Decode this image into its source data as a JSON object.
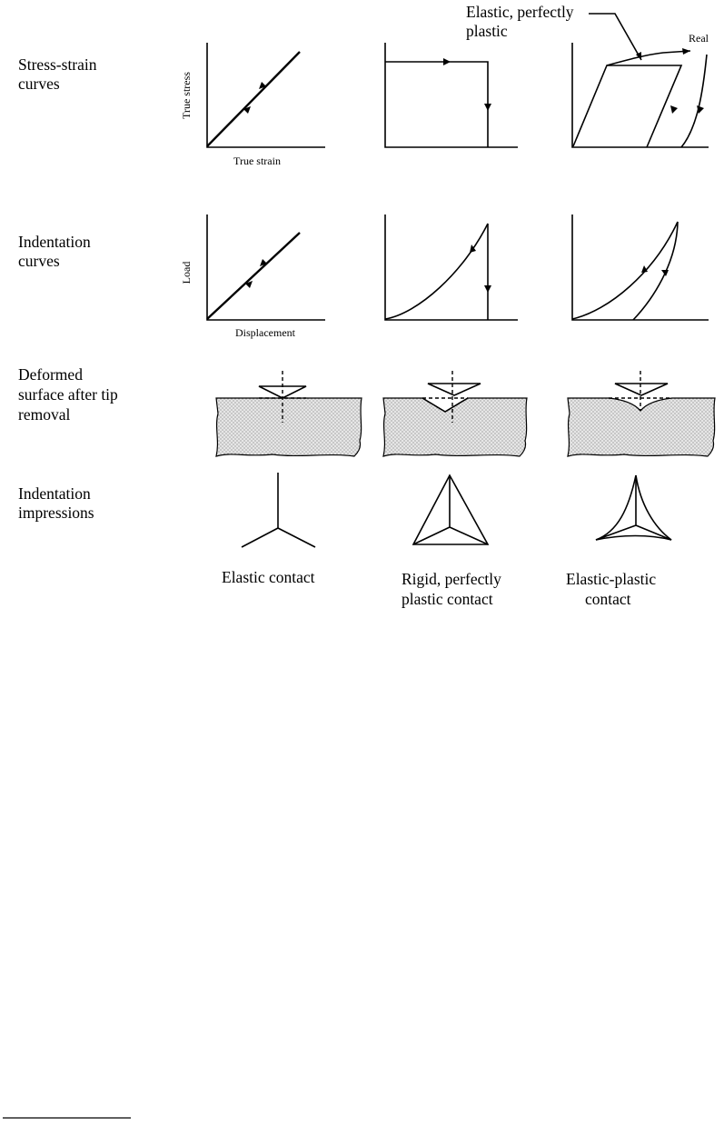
{
  "rows": {
    "stress_strain": [
      "Stress-strain",
      "curves"
    ],
    "indentation_curves": [
      "Indentation",
      "curves"
    ],
    "deformed_surface": [
      "Deformed",
      "surface after tip",
      "removal"
    ],
    "impressions": [
      "Indentation",
      "impressions"
    ]
  },
  "axes": {
    "true_stress": "True stress",
    "true_strain": "True strain",
    "load": "Load",
    "displacement": "Displacement"
  },
  "callouts": {
    "elastic_perfectly_plastic": [
      "Elastic, perfectly",
      "plastic"
    ],
    "real": "Real"
  },
  "columns": {
    "elastic": [
      "Elastic contact"
    ],
    "rigid": [
      "Rigid, perfectly",
      "plastic contact"
    ],
    "elastic_plastic": [
      "Elastic-plastic",
      "contact"
    ]
  }
}
